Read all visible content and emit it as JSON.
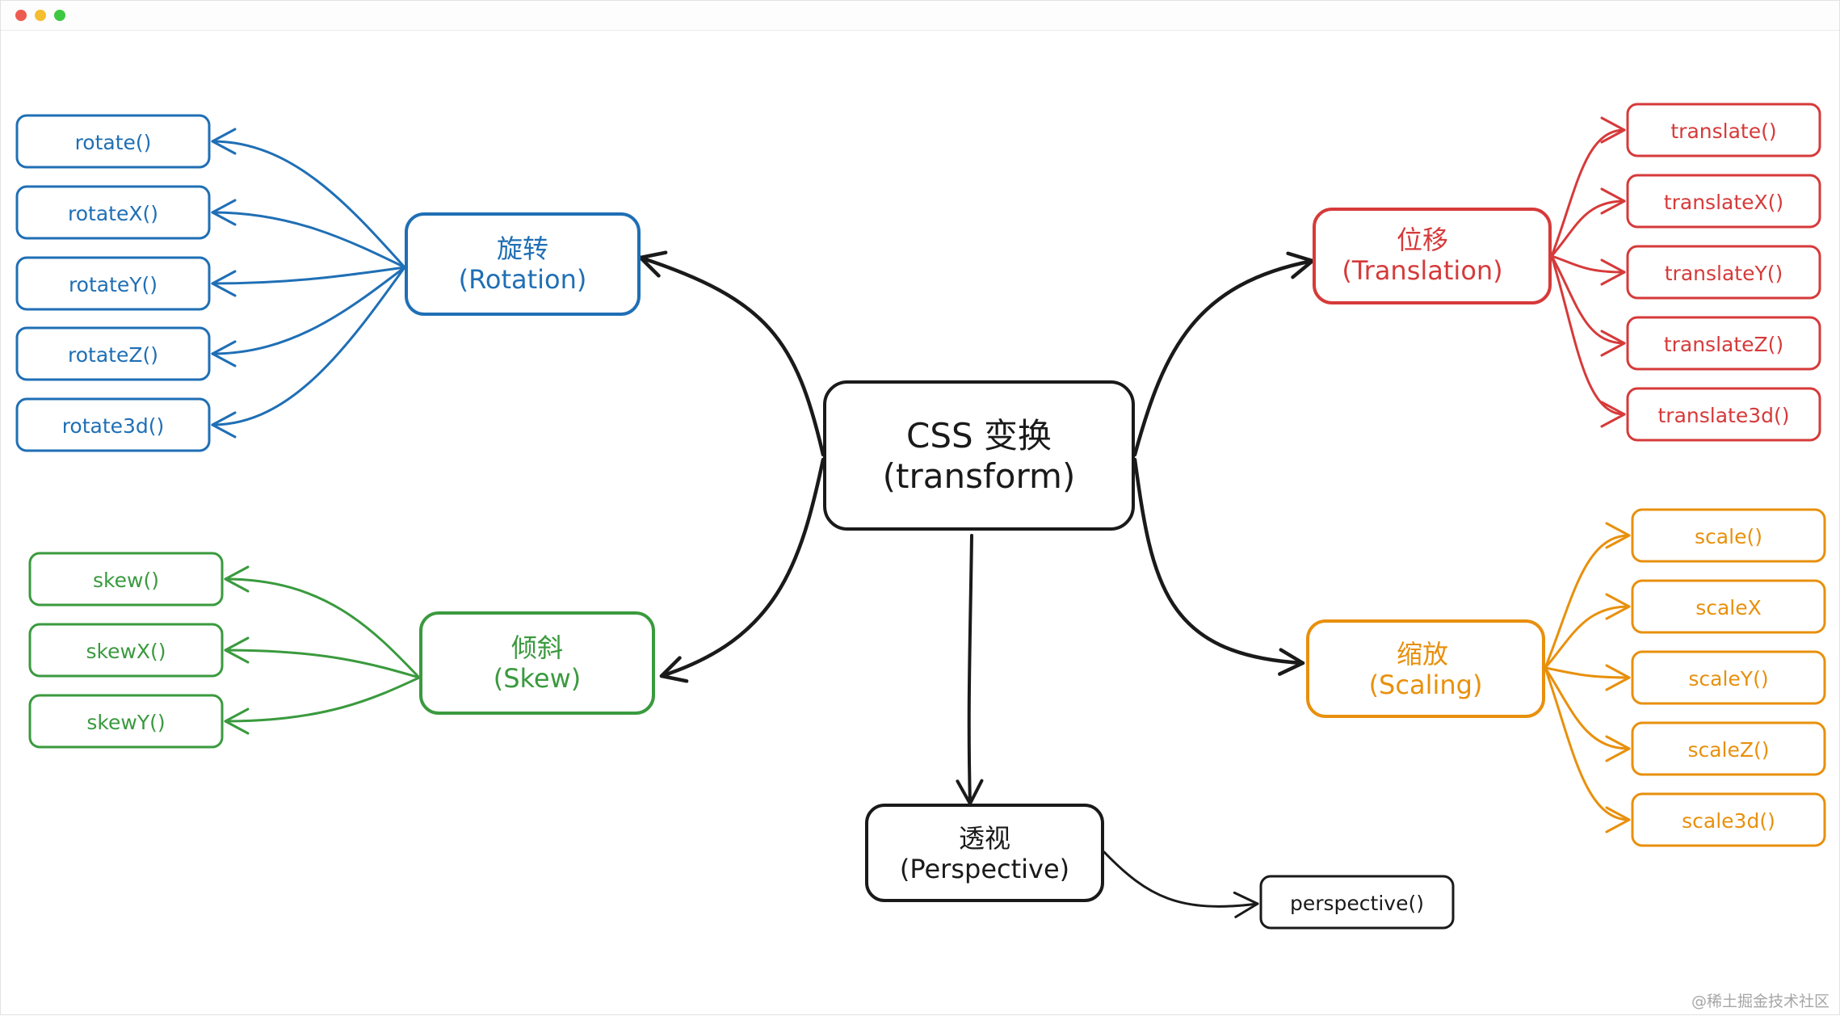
{
  "window": {
    "buttons": [
      "close",
      "minimize",
      "maximize"
    ],
    "button_colors": [
      "#ed5b50",
      "#f5be2f",
      "#3ec841"
    ]
  },
  "colors": {
    "center": "#1a1a1a",
    "rotation": "#1f6fb5",
    "translation": "#d63a3a",
    "skew": "#3a9a3e",
    "scaling": "#e8900d",
    "perspective": "#1a1a1a"
  },
  "center": {
    "line1": "CSS 变换",
    "line2": "(transform)"
  },
  "groups": {
    "rotation": {
      "title_zh": "旋转",
      "title_en": "(Rotation)",
      "items": [
        "rotate()",
        "rotateX()",
        "rotateY()",
        "rotateZ()",
        "rotate3d()"
      ]
    },
    "translation": {
      "title_zh": "位移",
      "title_en": "(Translation)",
      "items": [
        "translate()",
        "translateX()",
        "translateY()",
        "translateZ()",
        "translate3d()"
      ]
    },
    "skew": {
      "title_zh": "倾斜",
      "title_en": "(Skew)",
      "items": [
        "skew()",
        "skewX()",
        "skewY()"
      ]
    },
    "scaling": {
      "title_zh": "缩放",
      "title_en": "(Scaling)",
      "items": [
        "scale()",
        "scaleX",
        "scaleY()",
        "scaleZ()",
        "scale3d()"
      ]
    },
    "perspective": {
      "title_zh": "透视",
      "title_en": "(Perspective)",
      "items": [
        "perspective()"
      ]
    }
  },
  "watermark": "@稀土掘金技术社区"
}
